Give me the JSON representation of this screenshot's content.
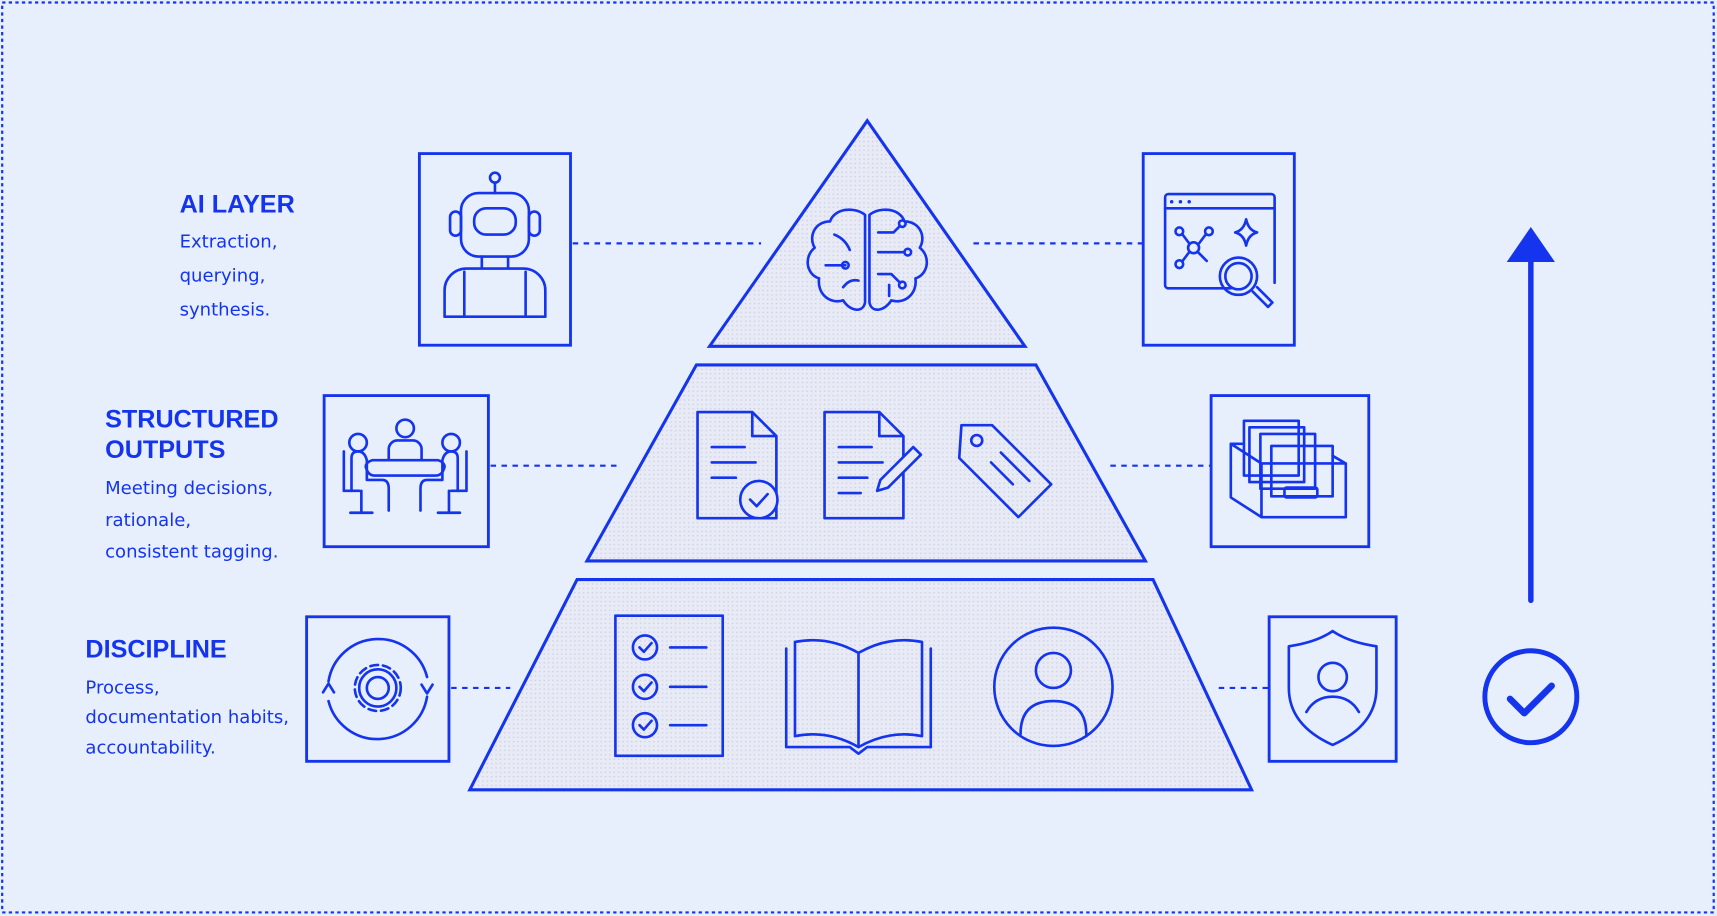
{
  "colors": {
    "accent": "#1434ee",
    "background": "#e7effc",
    "tier_fill": "#e6e9f3"
  },
  "layers": [
    {
      "title": "AI LAYER",
      "description": [
        "Extraction,",
        "querying,",
        "synthesis."
      ],
      "left_icon": "robot-icon",
      "center_icons": [
        "brain-circuit-icon"
      ],
      "right_icon": "network-search-icon"
    },
    {
      "title": [
        "STRUCTURED",
        "OUTPUTS"
      ],
      "description": [
        "Meeting decisions,",
        "rationale,",
        "consistent tagging."
      ],
      "left_icon": "meeting-icon",
      "center_icons": [
        "document-check-icon",
        "document-edit-icon",
        "tag-icon"
      ],
      "right_icon": "file-archive-icon"
    },
    {
      "title": "DISCIPLINE",
      "description": [
        "Process,",
        "documentation habits,",
        "accountability."
      ],
      "left_icon": "gear-cycle-icon",
      "center_icons": [
        "checklist-icon",
        "open-book-icon",
        "user-circle-icon"
      ],
      "right_icon": "shield-user-icon"
    }
  ],
  "progress_indicator": {
    "arrow_icon": "arrow-up-icon",
    "end_icon": "check-circle-icon"
  }
}
